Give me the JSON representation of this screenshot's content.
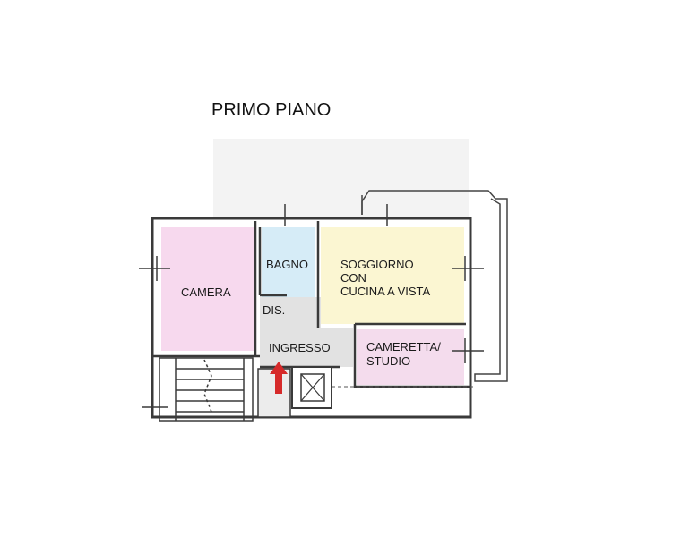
{
  "title": "PRIMO PIANO",
  "rooms": {
    "camera": "CAMERA",
    "bagno": "BAGNO",
    "soggiorno": [
      "SOGGIORNO",
      "CON",
      "CUCINA A VISTA"
    ],
    "dis": "DIS.",
    "ingresso": "INGRESSO",
    "cameretta": [
      "CAMERETTA/",
      "STUDIO"
    ]
  },
  "colors": {
    "camera": "#f7d9ee",
    "bagno": "#d6ecf7",
    "soggiorno": "#fbf6d2",
    "cameretta": "#f4dced",
    "disimpegno": "#e2e2e2",
    "wall": "#3a3a3a",
    "entrance_arrow": "#d62a2a"
  },
  "icons": {
    "entrance": "red-up-arrow-icon",
    "elevator": "elevator-shaft-icon",
    "stairs": "staircase-icon"
  }
}
